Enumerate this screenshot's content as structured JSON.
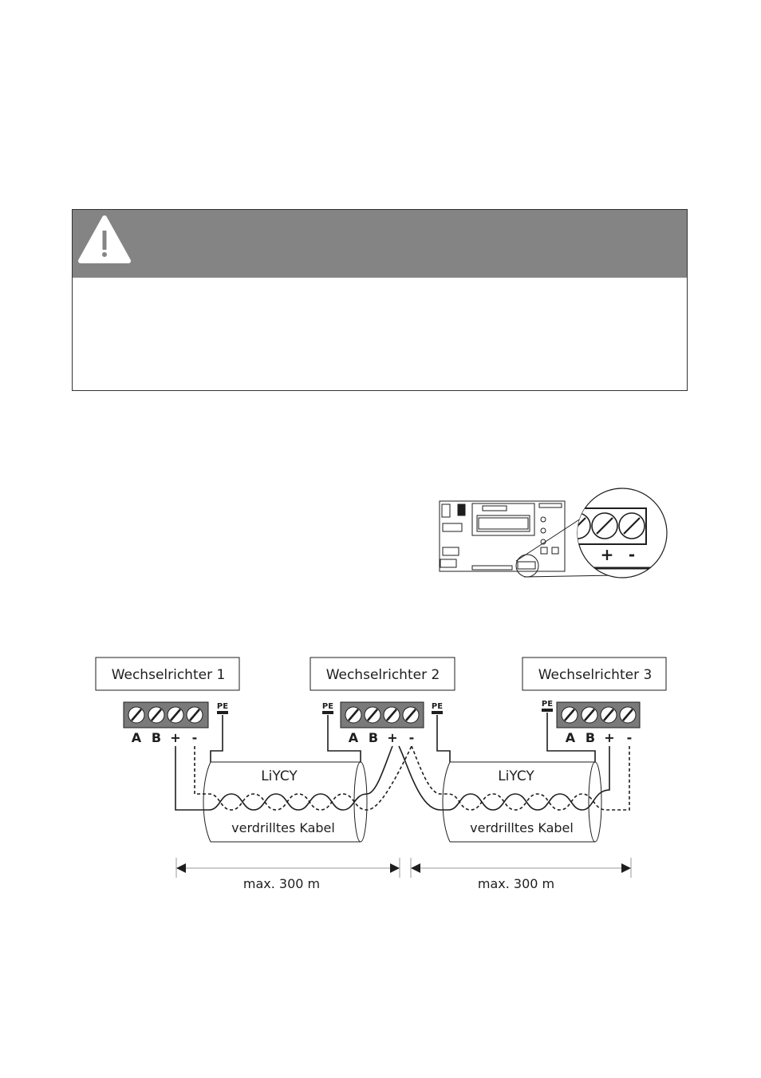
{
  "colors": {
    "warning_header": "#848484",
    "terminal_block": "#7a7a7a",
    "line": "#1e1e1e"
  },
  "warning_icon": "warning-triangle-icon",
  "inverters": [
    {
      "label": "Wechselrichter 1"
    },
    {
      "label": "Wechselrichter 2"
    },
    {
      "label": "Wechselrichter 3"
    }
  ],
  "terminal_labels": {
    "a": "A",
    "b": "B",
    "plus": "+",
    "minus": "-",
    "pe": "PE"
  },
  "cables": [
    {
      "type": "LiYCY",
      "description": "verdrilltes Kabel",
      "max_length": "max. 300 m"
    },
    {
      "type": "LiYCY",
      "description": "verdrilltes Kabel",
      "max_length": "max. 300 m"
    }
  ],
  "zoom_labels": {
    "plus": "+",
    "minus": "-"
  }
}
